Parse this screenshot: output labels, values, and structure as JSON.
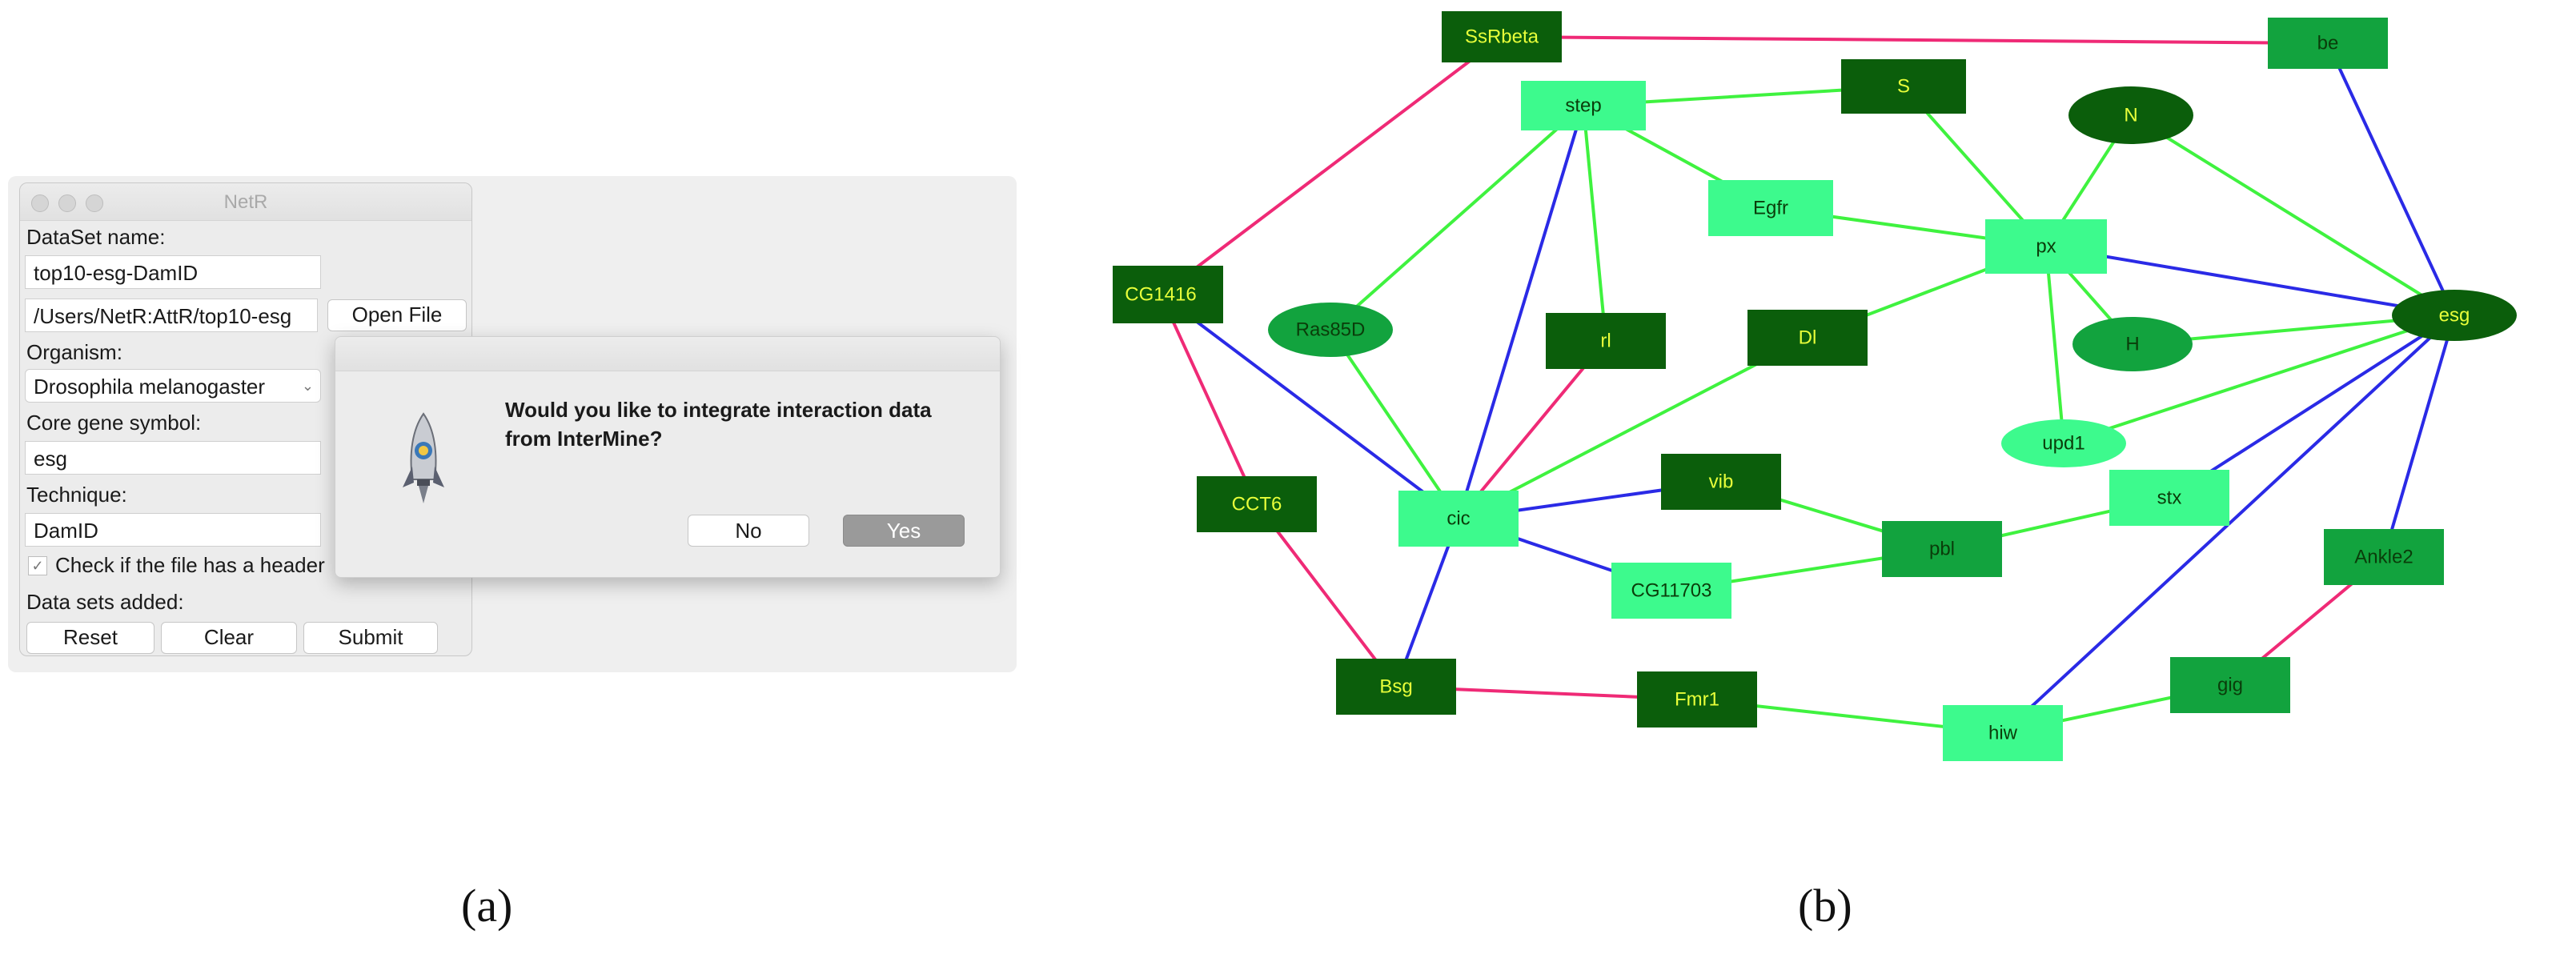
{
  "panel_a": {
    "caption": "(a)",
    "window": {
      "title": "NetR",
      "dataset_label": "DataSet name:",
      "dataset_value": "top10-esg-DamID",
      "path_value": "/Users/NetR:AttR/top10-esg",
      "open_file_button": "Open File",
      "organism_label": "Organism:",
      "organism_value": "Drosophila melanogaster",
      "core_gene_label": "Core gene symbol:",
      "core_gene_value": "esg",
      "technique_label": "Technique:",
      "technique_value": "DamID",
      "checkbox_label": "Check if the file has a header",
      "checkbox_checked": true,
      "datasets_added_label": "Data sets added:",
      "reset_button": "Reset",
      "clear_button": "Clear",
      "submit_button": "Submit"
    },
    "dialog": {
      "line1": "Would you like to integrate interaction data",
      "line2": "from InterMine?",
      "no_button": "No",
      "yes_button": "Yes"
    }
  },
  "panel_b": {
    "caption": "(b)",
    "colors": {
      "dark": "#0b5e0b",
      "medium": "#12a33e",
      "light": "#3dfa8d",
      "edge_green": "#3ff23f",
      "edge_blue": "#2a2ae6",
      "edge_pink": "#ef2a76",
      "label_dark": "#e8ff3a",
      "label_light": "#0a3d0a"
    },
    "nodes": [
      {
        "id": "SsRbeta",
        "label": "SsRbeta",
        "shape": "rect",
        "shade": "dark"
      },
      {
        "id": "be",
        "label": "be",
        "shape": "rect",
        "shade": "medium"
      },
      {
        "id": "step",
        "label": "step",
        "shape": "rect",
        "shade": "light"
      },
      {
        "id": "S",
        "label": "S",
        "shape": "rect",
        "shade": "dark"
      },
      {
        "id": "N",
        "label": "N",
        "shape": "ellipse",
        "shade": "dark"
      },
      {
        "id": "Egfr",
        "label": "Egfr",
        "shape": "rect",
        "shade": "light"
      },
      {
        "id": "px",
        "label": "px",
        "shape": "rect",
        "shade": "light"
      },
      {
        "id": "CG1416",
        "label": "CG1416",
        "shape": "rect",
        "shade": "dark"
      },
      {
        "id": "Ras85D",
        "label": "Ras85D",
        "shape": "ellipse",
        "shade": "medium"
      },
      {
        "id": "rl",
        "label": "rl",
        "shape": "rect",
        "shade": "dark"
      },
      {
        "id": "Dl",
        "label": "Dl",
        "shape": "rect",
        "shade": "dark"
      },
      {
        "id": "H",
        "label": "H",
        "shape": "ellipse",
        "shade": "medium"
      },
      {
        "id": "esg",
        "label": "esg",
        "shape": "ellipse",
        "shade": "dark"
      },
      {
        "id": "upd1",
        "label": "upd1",
        "shape": "ellipse",
        "shade": "light"
      },
      {
        "id": "CCT6",
        "label": "CCT6",
        "shape": "rect",
        "shade": "dark"
      },
      {
        "id": "cic",
        "label": "cic",
        "shape": "rect",
        "shade": "light"
      },
      {
        "id": "vib",
        "label": "vib",
        "shape": "rect",
        "shade": "dark"
      },
      {
        "id": "stx",
        "label": "stx",
        "shape": "rect",
        "shade": "light"
      },
      {
        "id": "pbl",
        "label": "pbl",
        "shape": "rect",
        "shade": "medium"
      },
      {
        "id": "CG11703",
        "label": "CG11703",
        "shape": "rect",
        "shade": "light"
      },
      {
        "id": "Ankle2",
        "label": "Ankle2",
        "shape": "rect",
        "shade": "medium"
      },
      {
        "id": "Bsg",
        "label": "Bsg",
        "shape": "rect",
        "shade": "dark"
      },
      {
        "id": "Fmr1",
        "label": "Fmr1",
        "shape": "rect",
        "shade": "dark"
      },
      {
        "id": "gig",
        "label": "gig",
        "shape": "rect",
        "shade": "medium"
      },
      {
        "id": "hiw",
        "label": "hiw",
        "shape": "rect",
        "shade": "light"
      }
    ],
    "edges": [
      {
        "from": "SsRbeta",
        "to": "be",
        "color": "pink"
      },
      {
        "from": "SsRbeta",
        "to": "CG1416",
        "color": "pink"
      },
      {
        "from": "step",
        "to": "S",
        "color": "green"
      },
      {
        "from": "step",
        "to": "Egfr",
        "color": "green"
      },
      {
        "from": "step",
        "to": "Ras85D",
        "color": "green"
      },
      {
        "from": "step",
        "to": "rl",
        "color": "green"
      },
      {
        "from": "step",
        "to": "cic",
        "color": "blue"
      },
      {
        "from": "S",
        "to": "px",
        "color": "green"
      },
      {
        "from": "N",
        "to": "px",
        "color": "green"
      },
      {
        "from": "N",
        "to": "esg",
        "color": "green"
      },
      {
        "from": "be",
        "to": "esg",
        "color": "blue"
      },
      {
        "from": "Egfr",
        "to": "px",
        "color": "green"
      },
      {
        "from": "px",
        "to": "esg",
        "color": "blue"
      },
      {
        "from": "px",
        "to": "Dl",
        "color": "green"
      },
      {
        "from": "px",
        "to": "H",
        "color": "green"
      },
      {
        "from": "px",
        "to": "upd1",
        "color": "green"
      },
      {
        "from": "H",
        "to": "esg",
        "color": "green"
      },
      {
        "from": "upd1",
        "to": "esg",
        "color": "green"
      },
      {
        "from": "CG1416",
        "to": "cic",
        "color": "blue"
      },
      {
        "from": "CG1416",
        "to": "CCT6",
        "color": "pink"
      },
      {
        "from": "Ras85D",
        "to": "cic",
        "color": "green"
      },
      {
        "from": "rl",
        "to": "cic",
        "color": "pink"
      },
      {
        "from": "Dl",
        "to": "cic",
        "color": "green"
      },
      {
        "from": "cic",
        "to": "vib",
        "color": "blue"
      },
      {
        "from": "cic",
        "to": "CG11703",
        "color": "blue"
      },
      {
        "from": "cic",
        "to": "Bsg",
        "color": "blue"
      },
      {
        "from": "CCT6",
        "to": "Bsg",
        "color": "pink"
      },
      {
        "from": "vib",
        "to": "pbl",
        "color": "green"
      },
      {
        "from": "CG11703",
        "to": "pbl",
        "color": "green"
      },
      {
        "from": "pbl",
        "to": "stx",
        "color": "green"
      },
      {
        "from": "stx",
        "to": "esg",
        "color": "blue"
      },
      {
        "from": "Ankle2",
        "to": "esg",
        "color": "blue"
      },
      {
        "from": "Ankle2",
        "to": "gig",
        "color": "pink"
      },
      {
        "from": "hiw",
        "to": "esg",
        "color": "blue"
      },
      {
        "from": "Bsg",
        "to": "Fmr1",
        "color": "pink"
      },
      {
        "from": "Fmr1",
        "to": "hiw",
        "color": "green"
      },
      {
        "from": "hiw",
        "to": "gig",
        "color": "green"
      }
    ]
  }
}
